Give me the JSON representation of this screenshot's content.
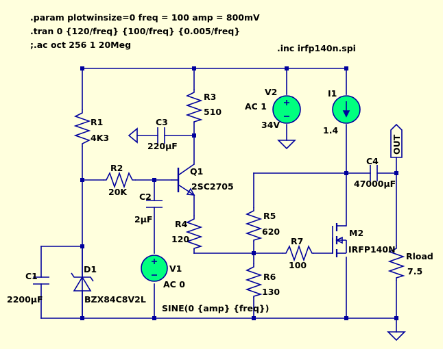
{
  "directives": {
    "param": ".param plotwinsize=0 freq = 100 amp = 800mV",
    "tran": ".tran 0 {120/freq} {100/freq} {0.005/freq}",
    "ac": ";.ac oct 256 1 20Meg",
    "inc": ".inc irfp140n.spi"
  },
  "components": {
    "R1": {
      "name": "R1",
      "value": "4K3"
    },
    "R2": {
      "name": "R2",
      "value": "20K"
    },
    "R3": {
      "name": "R3",
      "value": "510"
    },
    "R4": {
      "name": "R4",
      "value": "120"
    },
    "R5": {
      "name": "R5",
      "value": "620"
    },
    "R6": {
      "name": "R6",
      "value": "130"
    },
    "R7": {
      "name": "R7",
      "value": "100"
    },
    "Rload": {
      "name": "Rload",
      "value": "7.5"
    },
    "C1": {
      "name": "C1",
      "value": "2200µF"
    },
    "C2": {
      "name": "C2",
      "value": "2µF"
    },
    "C3": {
      "name": "C3",
      "value": "220µF"
    },
    "C4": {
      "name": "C4",
      "value": "47000µF"
    },
    "D1": {
      "name": "D1",
      "value": "BZX84C8V2L"
    },
    "Q1": {
      "name": "Q1",
      "value": "2SC2705"
    },
    "M2": {
      "name": "M2",
      "value": "IRFP140N"
    },
    "V1": {
      "name": "V1",
      "value": "AC 0",
      "extra": "SINE(0 {amp} {freq})"
    },
    "V2": {
      "name": "V2",
      "value": "34V",
      "extra": "AC 1"
    },
    "I1": {
      "name": "I1",
      "value": "1.4"
    }
  },
  "out_label": "OUT",
  "colors": {
    "wire": "#00009c",
    "background": "#ffffdd",
    "source_fill": "#00ff7f"
  }
}
